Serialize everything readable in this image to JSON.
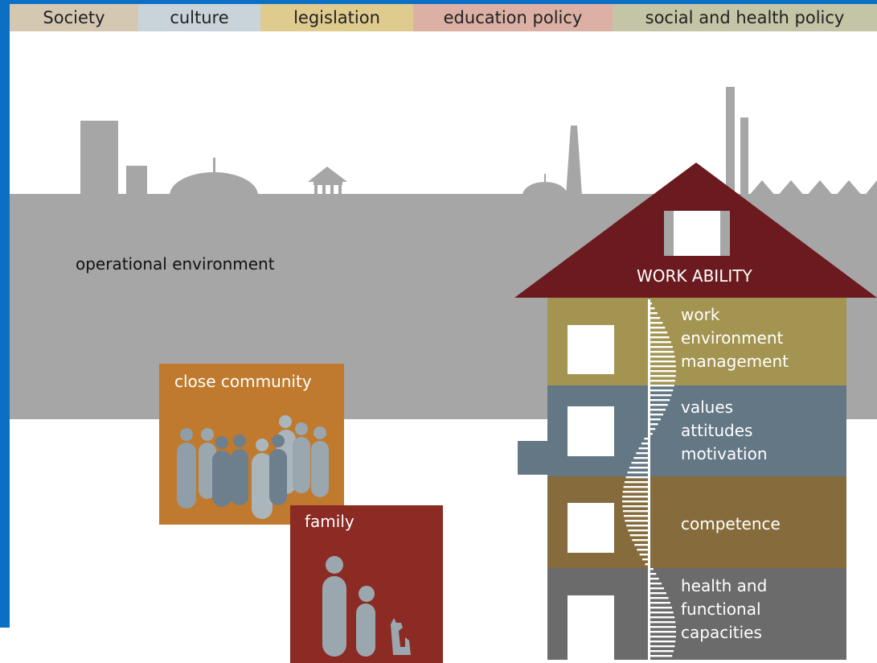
{
  "header_tabs": [
    {
      "label": "Society",
      "color": "#d4c8b3"
    },
    {
      "label": "culture",
      "color": "#c9d3da"
    },
    {
      "label": "legislation",
      "color": "#e0cb8f"
    },
    {
      "label": "education policy",
      "color": "#dcb0a4"
    },
    {
      "label": "social and health policy",
      "color": "#c4c4a6"
    }
  ],
  "operational_environment": {
    "label": "operational environment",
    "color": "#a6a6a6"
  },
  "close_community": {
    "label": "close community",
    "color": "#bf7a2e"
  },
  "family": {
    "label": "family",
    "color": "#8c2a24"
  },
  "house": {
    "roof_label": "WORK ABILITY",
    "roof_color": "#6b1a1f",
    "floors": [
      {
        "lines": [
          "work",
          "environment",
          "management"
        ],
        "color": "#a39551"
      },
      {
        "lines": [
          "values",
          "attitudes",
          "motivation"
        ],
        "color": "#647785"
      },
      {
        "lines": [
          "competence"
        ],
        "color": "#866c3c"
      },
      {
        "lines": [
          "health and",
          "functional",
          "capacities"
        ],
        "color": "#6b6b6b"
      }
    ]
  }
}
